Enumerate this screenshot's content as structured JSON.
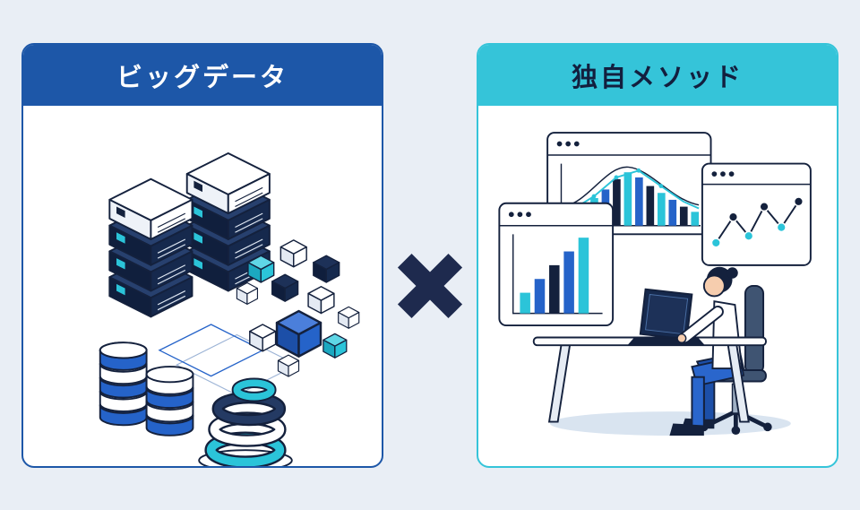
{
  "page": {
    "background": "#e9eef5"
  },
  "cards": [
    {
      "id": "big-data",
      "title": "ビッグデータ",
      "accent": "#1d57a8",
      "header_text_color": "#ffffff",
      "illustration": "isometric-server-stacks-data-cubes-databases-rings"
    },
    {
      "id": "unique-method",
      "title": "独自メソッド",
      "accent": "#35c4d9",
      "header_text_color": "#131f3e",
      "illustration": "data-analyst-at-desk-with-laptop-and-chart-windows"
    }
  ],
  "separator": {
    "symbol": "×",
    "color": "#1e2a4e"
  },
  "palette": {
    "navy": "#14213d",
    "blue": "#2563c9",
    "cyan": "#2bc4d9",
    "white": "#ffffff"
  }
}
